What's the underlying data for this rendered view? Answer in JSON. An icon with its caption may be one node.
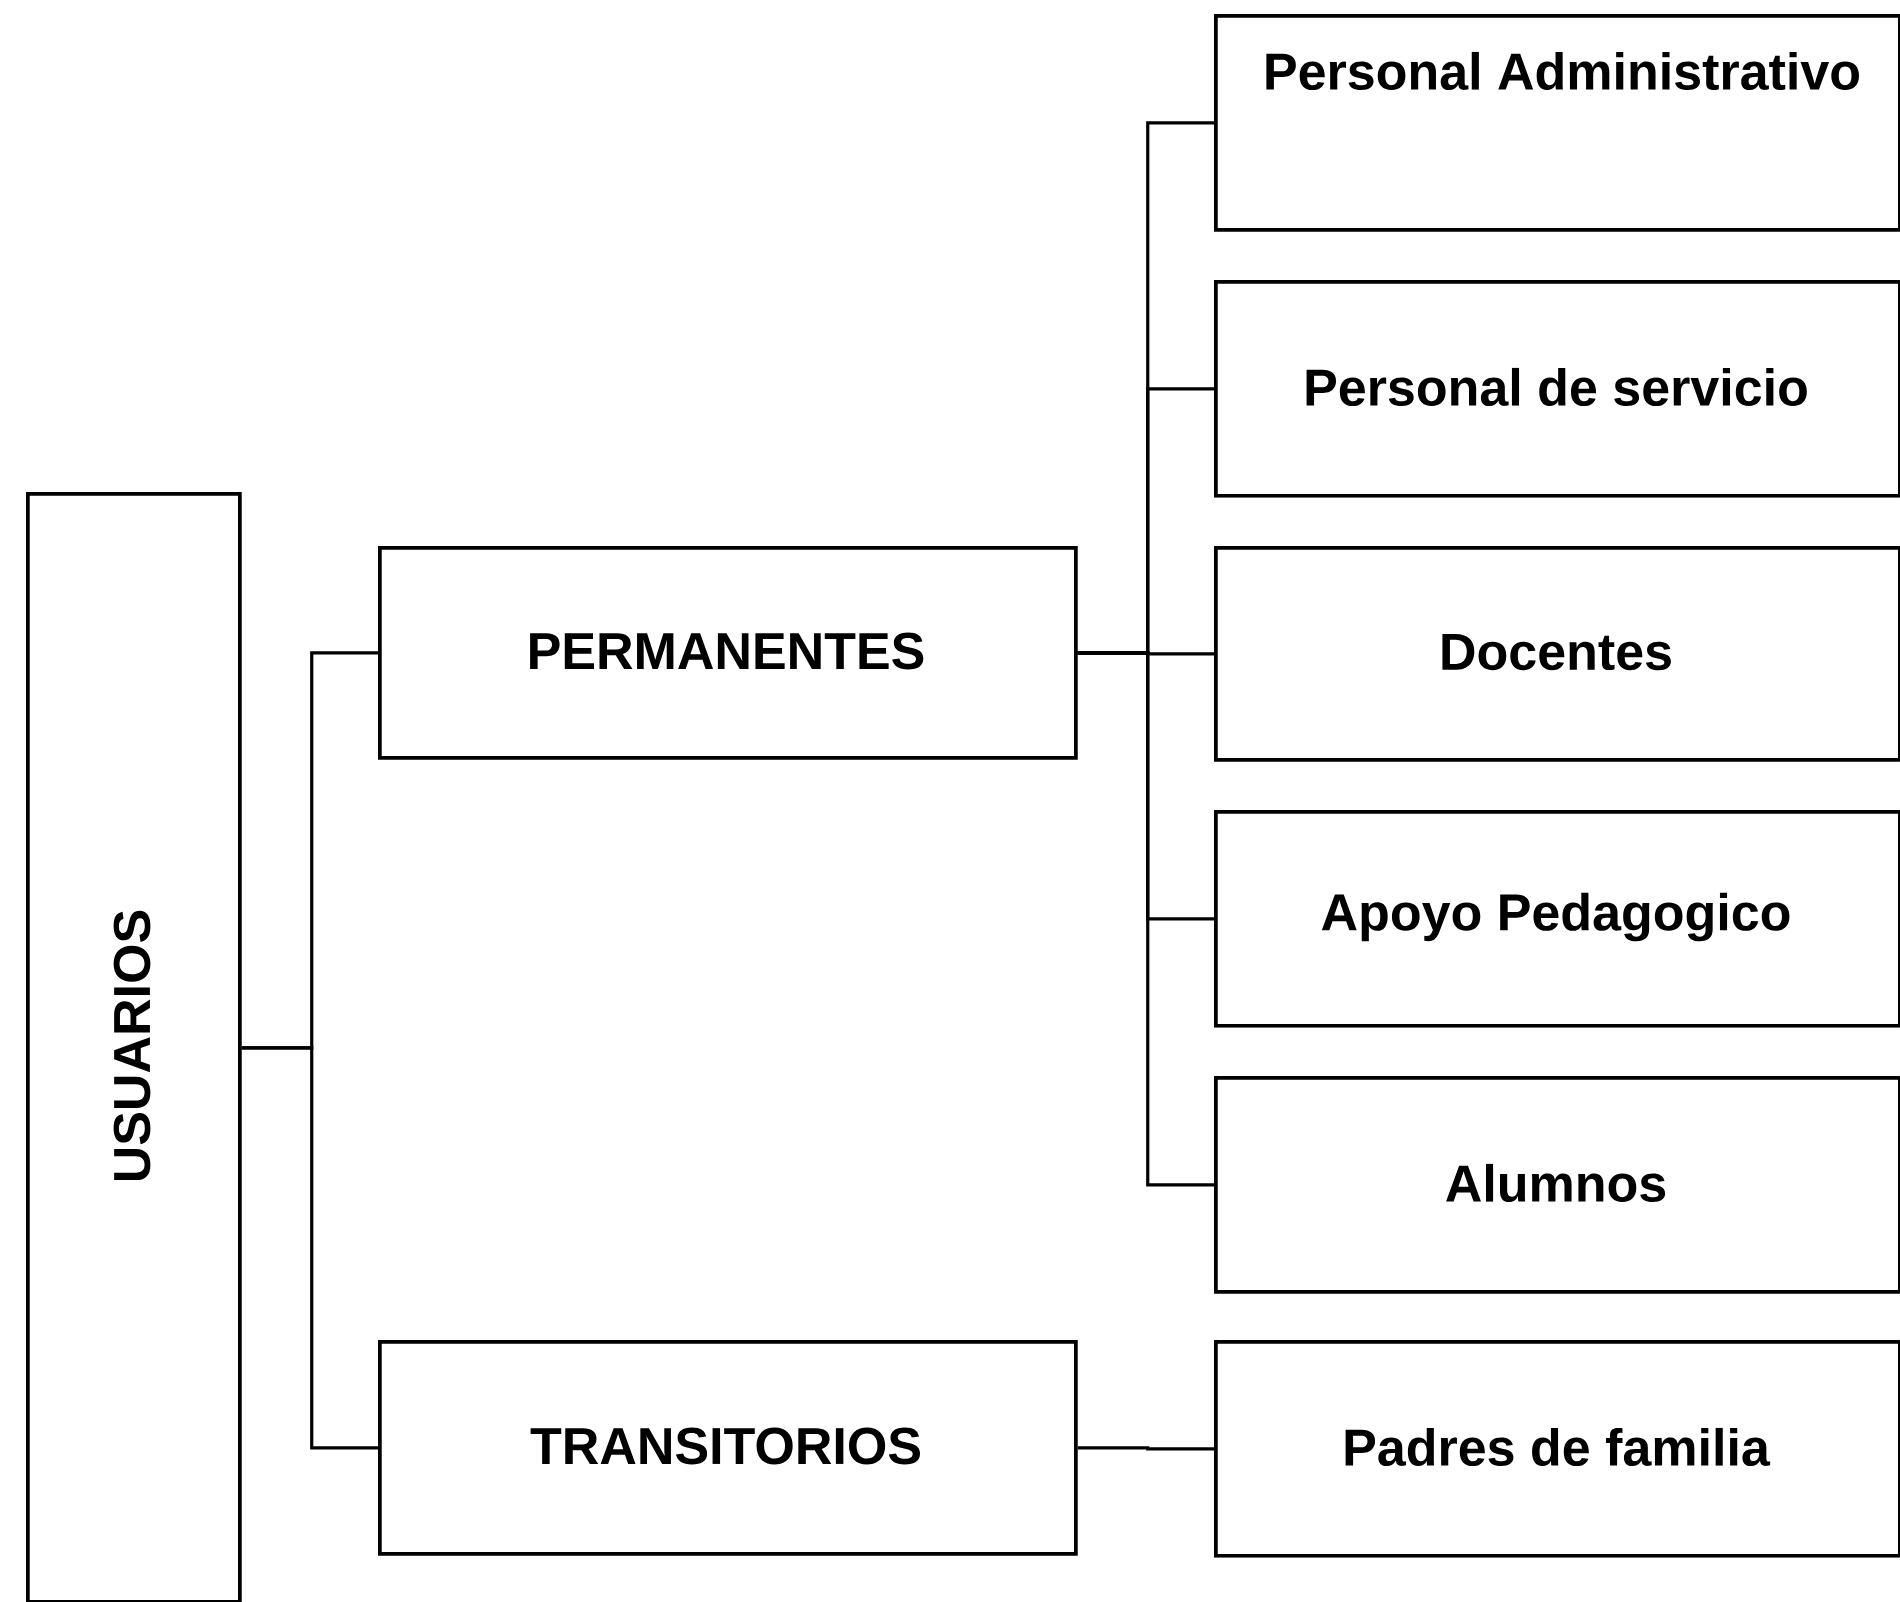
{
  "diagram": {
    "nodes": [
      {
        "text": [
          "USUARIOS"
        ]
      },
      {
        "text": [
          "PERMANENTES"
        ]
      },
      {
        "text": [
          "TRANSITORIOS"
        ]
      },
      {
        "text": [
          "Personal Administrativo"
        ]
      },
      {
        "text": [
          "Personal de servicio"
        ]
      },
      {
        "text": [
          "Docentes"
        ]
      },
      {
        "text": [
          "Apoyo  Pedagogico"
        ]
      },
      {
        "text": [
          "Alumnos"
        ]
      },
      {
        "text": [
          "Padres de familia"
        ]
      }
    ],
    "edges": [
      {
        "from": 0,
        "to": 1,
        "arrow": "none"
      },
      {
        "from": 0,
        "to": 2,
        "arrow": "none"
      },
      {
        "from": 1,
        "to": 3,
        "arrow": "none"
      },
      {
        "from": 1,
        "to": 4,
        "arrow": "none"
      },
      {
        "from": 1,
        "to": 5,
        "arrow": "none"
      },
      {
        "from": 1,
        "to": 6,
        "arrow": "none"
      },
      {
        "from": 1,
        "to": 7,
        "arrow": "none"
      },
      {
        "from": 2,
        "to": 8,
        "arrow": "none"
      }
    ]
  }
}
